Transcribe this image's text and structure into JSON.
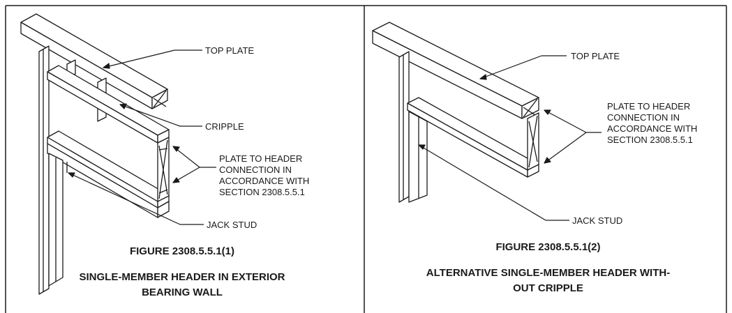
{
  "left": {
    "labels": {
      "top_plate": "TOP PLATE",
      "cripple": "CRIPPLE",
      "connection": [
        "PLATE TO HEADER",
        "CONNECTION IN",
        "ACCORDANCE WITH",
        "SECTION 2308.5.5.1"
      ],
      "jack_stud": "JACK STUD"
    },
    "figure_number": "FIGURE 2308.5.5.1(1)",
    "title_line1": "SINGLE-MEMBER HEADER IN EXTERIOR",
    "title_line2": "BEARING WALL"
  },
  "right": {
    "labels": {
      "top_plate": "TOP PLATE",
      "connection": [
        "PLATE TO HEADER",
        "CONNECTION IN",
        "ACCORDANCE WITH",
        "SECTION 2308.5.5.1"
      ],
      "jack_stud": "JACK STUD"
    },
    "figure_number": "FIGURE 2308.5.5.1(2)",
    "title_line1": "ALTERNATIVE SINGLE-MEMBER HEADER WITH-",
    "title_line2": "OUT CRIPPLE"
  },
  "colors": {
    "line": "#1a1a1a",
    "background": "#ffffff"
  }
}
